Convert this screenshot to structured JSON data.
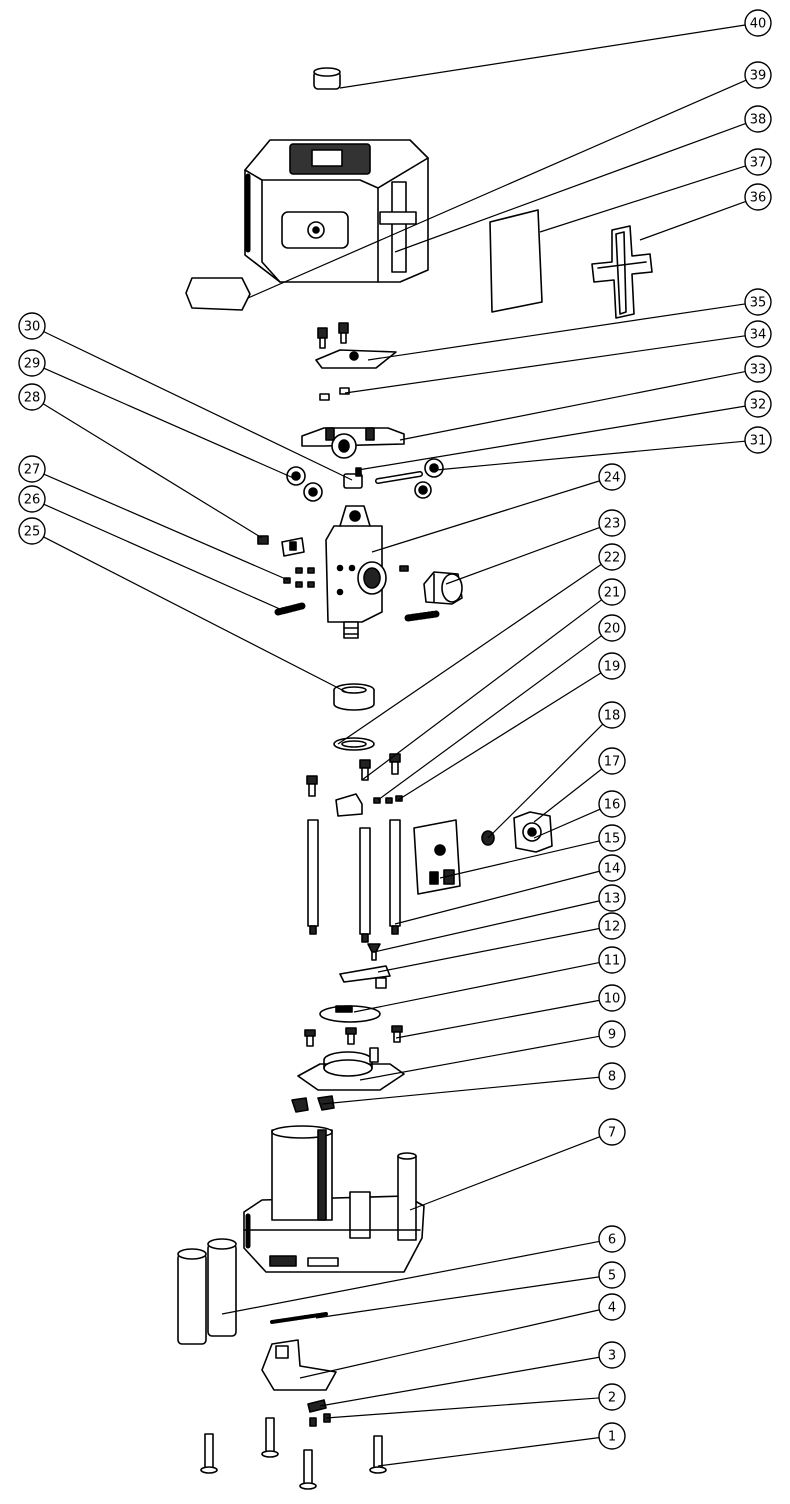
{
  "callouts": [
    "40",
    "39",
    "38",
    "37",
    "36",
    "35",
    "34",
    "33",
    "32",
    "31",
    "30",
    "29",
    "28",
    "27",
    "26",
    "25",
    "24",
    "23",
    "22",
    "21",
    "20",
    "19",
    "18",
    "17",
    "16",
    "15",
    "14",
    "13",
    "12",
    "11",
    "10",
    "9",
    "8",
    "7",
    "6",
    "5",
    "4",
    "3",
    "2",
    "1"
  ]
}
